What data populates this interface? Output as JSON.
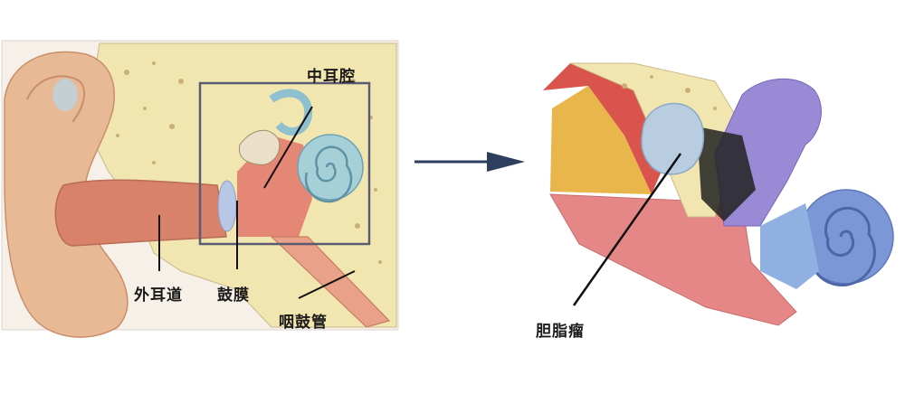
{
  "labels": {
    "middle_ear_cavity": "中耳腔",
    "external_canal": "外耳道",
    "eardrum": "鼓膜",
    "eustachian_tube": "咽鼓管",
    "cholesteatoma": "胆脂瘤"
  },
  "colors": {
    "skin": "#e8b995",
    "canal": "#d9826a",
    "bone": "#f2e6b0",
    "cochlea": "#9ec8d4",
    "zoom_box": "#5a5a72",
    "arrow": "#2e3f5e",
    "cholesteatoma": "#b9cde0",
    "inner_ear": "#9a8ad6"
  }
}
